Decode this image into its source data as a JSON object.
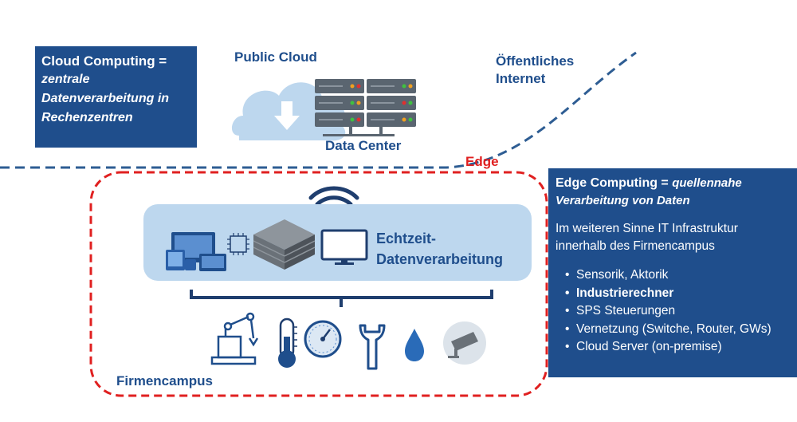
{
  "cloud_box": {
    "title": "Cloud Computing =",
    "subtitle_lines": [
      "zentrale",
      "Datenverarbeitung in",
      "Rechenzentren"
    ]
  },
  "labels": {
    "public_cloud": "Public Cloud",
    "internet_lines": [
      "Öffentliches",
      "Internet"
    ],
    "data_center": "Data Center",
    "edge": "Edge",
    "echtzeit_lines": [
      "Echtzeit-",
      "Datenverarbeitung"
    ],
    "firmencampus": "Firmencampus"
  },
  "edge_box": {
    "title": "Edge Computing =",
    "title_italic_1": "quellennahe",
    "title_italic_2": "Verarbeitung von Daten",
    "paragraph_lines": [
      "Im weiteren Sinne IT Infrastruktur",
      "innerhalb des Firmencampus"
    ],
    "bullets": [
      {
        "text": "Sensorik, Aktorik",
        "bold": false
      },
      {
        "text": "Industrierechner",
        "bold": true
      },
      {
        "text": "SPS Steuerungen",
        "bold": false
      },
      {
        "text": "Vernetzung (Switche, Router, GWs)",
        "bold": false
      },
      {
        "text": "Cloud Server (on-premise)",
        "bold": false
      }
    ]
  },
  "icons": [
    "cloud-download-icon",
    "server-rack-icon",
    "wifi-icon",
    "devices-icon",
    "chip-icon",
    "server-stack-icon",
    "monitor-icon",
    "robot-arm-icon",
    "thermometer-icon",
    "gauge-icon",
    "wrench-icon",
    "water-drop-icon",
    "camera-icon"
  ],
  "colors": {
    "navy": "#1f4e8c",
    "edge_red": "#e02020",
    "light_blue": "#bdd7ee"
  }
}
